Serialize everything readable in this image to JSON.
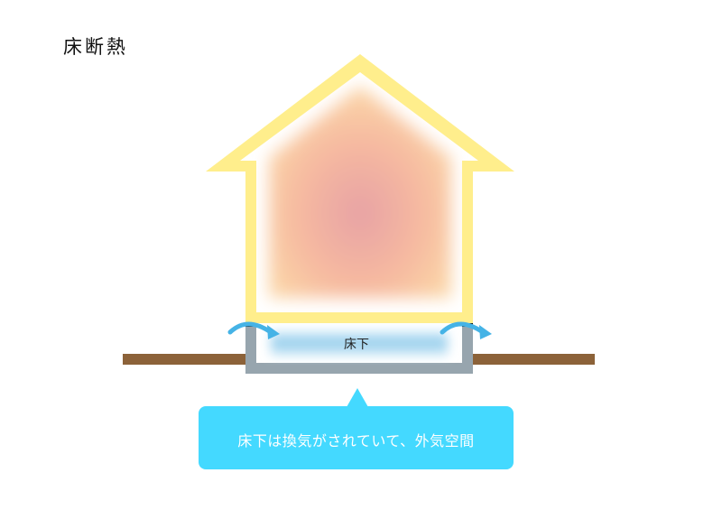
{
  "title": "床断熱",
  "diagram": {
    "underfloor_label": "床下",
    "colors": {
      "insulation_outline": "#FFEE8C",
      "interior_warm_center": "#E8A3A3",
      "interior_warm_edge": "#F9C9A0",
      "underfloor_air": "#9AD0EE",
      "foundation": "#97A5AE",
      "ground": "#8C6239",
      "airflow_arrow": "#45B3E6",
      "callout_bg": "#44D9FF"
    },
    "icons": [
      "airflow-in-arrow-icon",
      "airflow-out-arrow-icon"
    ]
  },
  "callout": {
    "text": "床下は換気がされていて、外気空間"
  }
}
